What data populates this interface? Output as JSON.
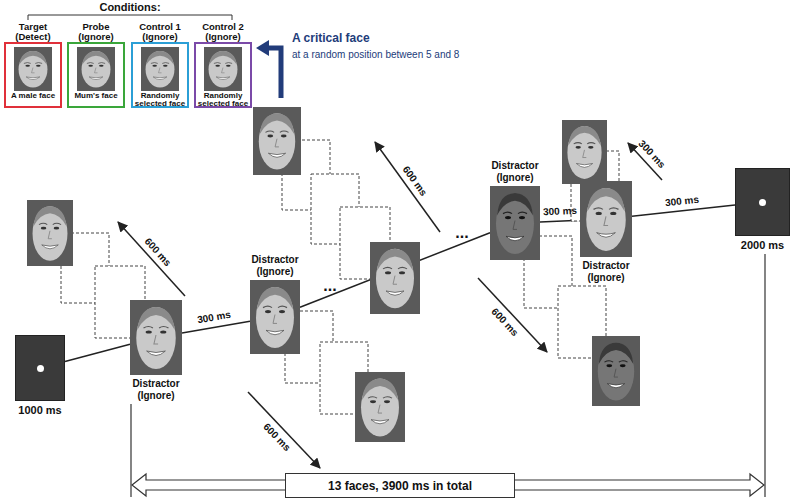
{
  "diagram": {
    "nodes": [
      {
        "text": [
          "Target (Detect)",
          "A male face"
        ]
      },
      {
        "text": [
          "Probe (Ignore)",
          "Mum's face"
        ]
      },
      {
        "text": [
          "Control 1 (Ignore)",
          "Randomly selected face"
        ]
      },
      {
        "text": [
          "Control 2 (Ignore)",
          "Randomly selected face"
        ]
      },
      {
        "text": [
          "1000 ms"
        ]
      },
      {
        "text": [
          "Distractor (Ignore)"
        ]
      },
      {
        "text": [
          "Distractor (Ignore)"
        ]
      },
      {
        "text": [
          "Distractor (Ignore)"
        ]
      },
      {
        "text": [
          "Distractor (Ignore)"
        ]
      },
      {
        "text": [
          "2000 ms"
        ]
      },
      {
        "text": [
          "13 faces, 3900 ms in total"
        ]
      }
    ],
    "edges": [
      {
        "from": 4,
        "to": 5,
        "arrow": "none"
      },
      {
        "from": 5,
        "to": 6,
        "label": "300 ms",
        "arrow": "none"
      },
      {
        "from": 6,
        "to": 7,
        "arrow": "none"
      },
      {
        "from": 7,
        "to": 8,
        "label": "300 ms",
        "arrow": "none"
      },
      {
        "from": 8,
        "to": 9,
        "label": "300 ms",
        "arrow": "none"
      }
    ],
    "labels": [
      "Conditions:",
      "A critical face",
      "at a random position between 5 and 8",
      "600 ms",
      "600 ms",
      "600 ms",
      "600 ms",
      "300 ms",
      "...",
      "..."
    ]
  }
}
